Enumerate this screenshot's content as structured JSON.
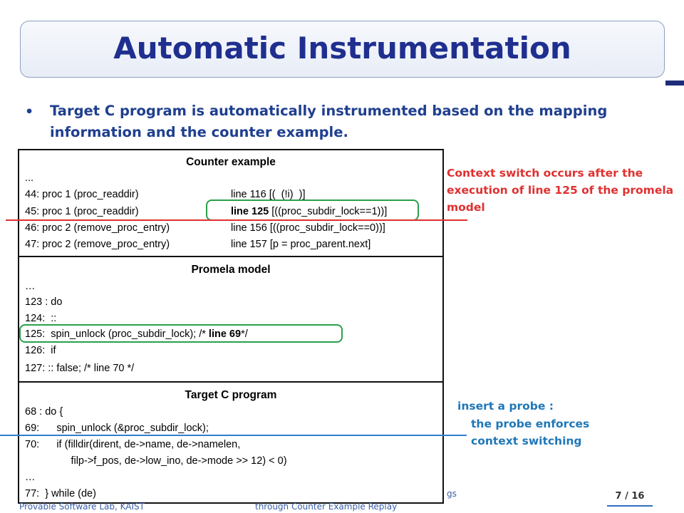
{
  "title": "Automatic Instrumentation",
  "bullet": "Target C program is automatically instrumented based on the mapping information and the counter example.",
  "counter_example": {
    "title": "Counter example",
    "lines": [
      {
        "left": "...",
        "right": ""
      },
      {
        "left": "44: proc 1 (proc_readdir)",
        "right": "line 116 [(  (!i)  )]"
      },
      {
        "left": "45: proc 1 (proc_readdir)",
        "right_bold": "line 125",
        "right": " [((proc_subdir_lock==1))]"
      },
      {
        "left": "46: proc 2 (remove_proc_entry)",
        "right": "line 156 [((proc_subdir_lock==0))]"
      },
      {
        "left": "47: proc 2 (remove_proc_entry)",
        "right": "line 157 [p = proc_parent.next]"
      }
    ]
  },
  "promela_model": {
    "title": "Promela model",
    "lines": [
      "…",
      "123 : do",
      "124:  ::",
      "126:  if",
      "127: :: false; /* line 70 */"
    ],
    "line125_prefix": "125:  spin_unlock (proc_subdir_lock); /* ",
    "line125_bold": "line 69",
    "line125_suffix": "*/"
  },
  "target_c": {
    "title": "Target C program",
    "lines": [
      "68 : do {",
      "69:      spin_unlock (&proc_subdir_lock);",
      "70:      if (filldir(dirent, de->name, de->namelen,",
      "                filp->f_pos, de->low_ino, de->mode >> 12) < 0)",
      "…",
      "77:  } while (de)"
    ]
  },
  "notes": {
    "red": "Context switch occurs after the execution of line 125 of the promela model",
    "blue_1": "insert a probe :",
    "blue_2": "the probe enforces",
    "blue_3": "context switching"
  },
  "footer": {
    "lab": "Provable Software Lab, KAIST",
    "center_1": "gs",
    "center_2": "through Counter Example Replay",
    "page": "7 / 16"
  },
  "colors": {
    "title": "#1f2f8f",
    "bullet": "#1f3f8f",
    "red_note": "#e03030",
    "blue_note": "#1f77b8",
    "highlight_box": "#2aa04a"
  }
}
